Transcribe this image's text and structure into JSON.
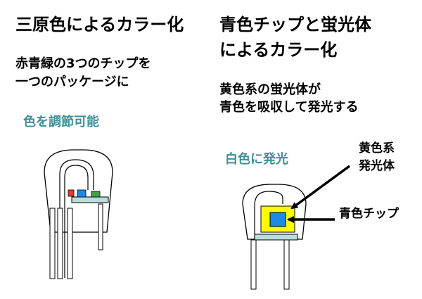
{
  "left": {
    "title": "三原色によるカラー化",
    "desc_line1": "赤青緑の3つのチップを",
    "desc_line2": "一つのパッケージに",
    "note": "色を調節可能"
  },
  "right": {
    "title_line1": "青色チップと蛍光体",
    "title_line2": "によるカラー化",
    "desc_line1": "黄色系の蛍光体が",
    "desc_line2": "青色を吸収して発光する",
    "note": "白色に発光",
    "label_phosphor_line1": "黄色系",
    "label_phosphor_line2": "発光体",
    "label_chip": "青色チップ"
  },
  "colors": {
    "teal_text": "#3e8f97",
    "red_chip": "#e53935",
    "blue_chip": "#1e88e5",
    "green_chip": "#43a047",
    "yellow_phosphor": "#ffff00",
    "base_plate": "#b9dcdc"
  }
}
